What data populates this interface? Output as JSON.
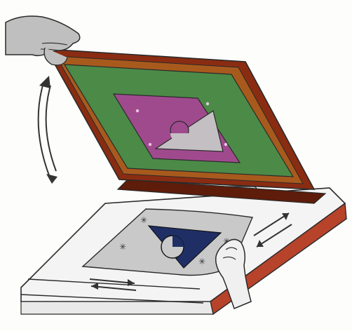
{
  "diagram": {
    "kind": "screen-printing-illustration",
    "colors": {
      "background": "#fdfdfc",
      "frame_outer": "#8a2c12",
      "frame_inner": "#a85a1d",
      "frame_shadow": "#5e1c0a",
      "mesh": "#4c8a48",
      "stencil_magenta": "#a04a8e",
      "stencil_grey": "#c3bfc2",
      "print_blue": "#1f2f66",
      "paper": "#c9c9c9",
      "base_red": "#b7432a",
      "base_top": "#f4f4f4",
      "hand": "#bfbfbf",
      "outline": "#2a2a2a",
      "arrow": "#333333"
    },
    "icons": [
      "hand-lifting-frame",
      "hand-holding-paper",
      "rotation-arrow",
      "slide-arrow-right",
      "slide-arrow-left"
    ]
  }
}
